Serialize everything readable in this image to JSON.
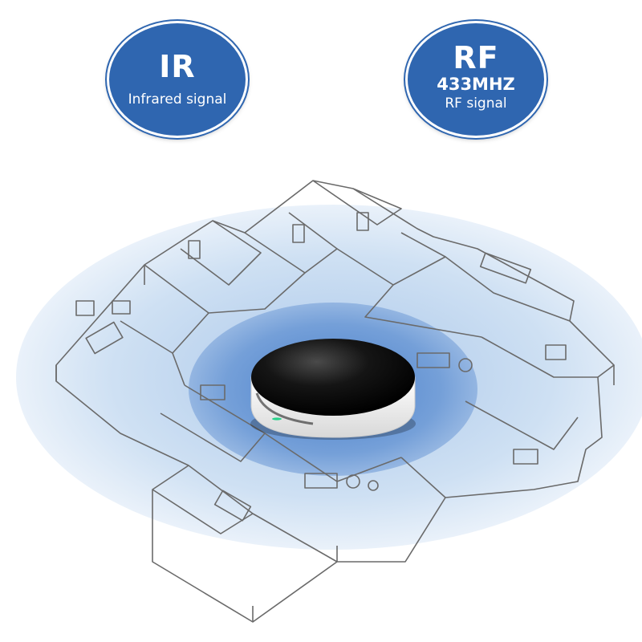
{
  "badges": {
    "ir": {
      "title": "IR",
      "subtitle": "Infrared signal"
    },
    "rf": {
      "title": "RF",
      "frequency": "433MHZ",
      "subtitle": "RF signal"
    }
  },
  "colors": {
    "badge_blue": "#2f66b0",
    "signal_outer": "#c9dcf0",
    "signal_inner": "#5f8fd0",
    "hub_top": "#111111",
    "hub_body": "#f4f4f4"
  },
  "icons": [
    "ir-signal-badge",
    "rf-signal-badge",
    "smart-ir-rf-hub",
    "house-floorplan-illustration"
  ]
}
